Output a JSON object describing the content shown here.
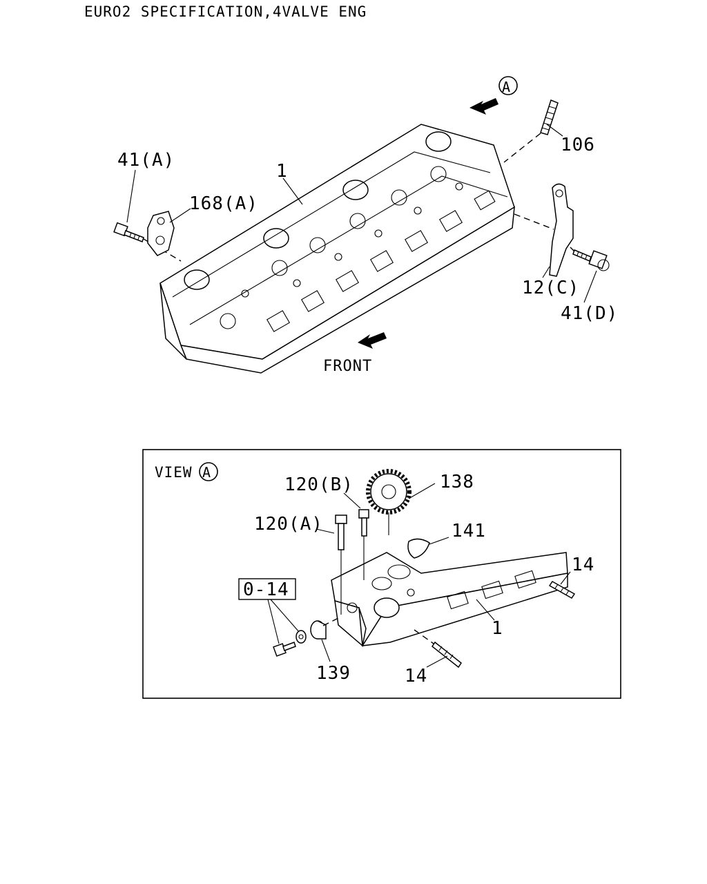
{
  "header": {
    "title": "EURO2 SPECIFICATION,4VALVE ENG"
  },
  "labels": {
    "view_marker": "A",
    "p106": "106",
    "p41a": "41(A)",
    "p1_top": "1",
    "p168a": "168(A)",
    "p12c": "12(C)",
    "p41d": "41(D)",
    "front": "FRONT",
    "p120b": "120(B)",
    "p138": "138",
    "p120a": "120(A)",
    "p141": "141",
    "p14_right": "14",
    "p0_14": "0-14",
    "p1_view": "1",
    "p139": "139",
    "p14_bottom": "14"
  },
  "inset": {
    "title": "VIEW",
    "marker": "A"
  }
}
